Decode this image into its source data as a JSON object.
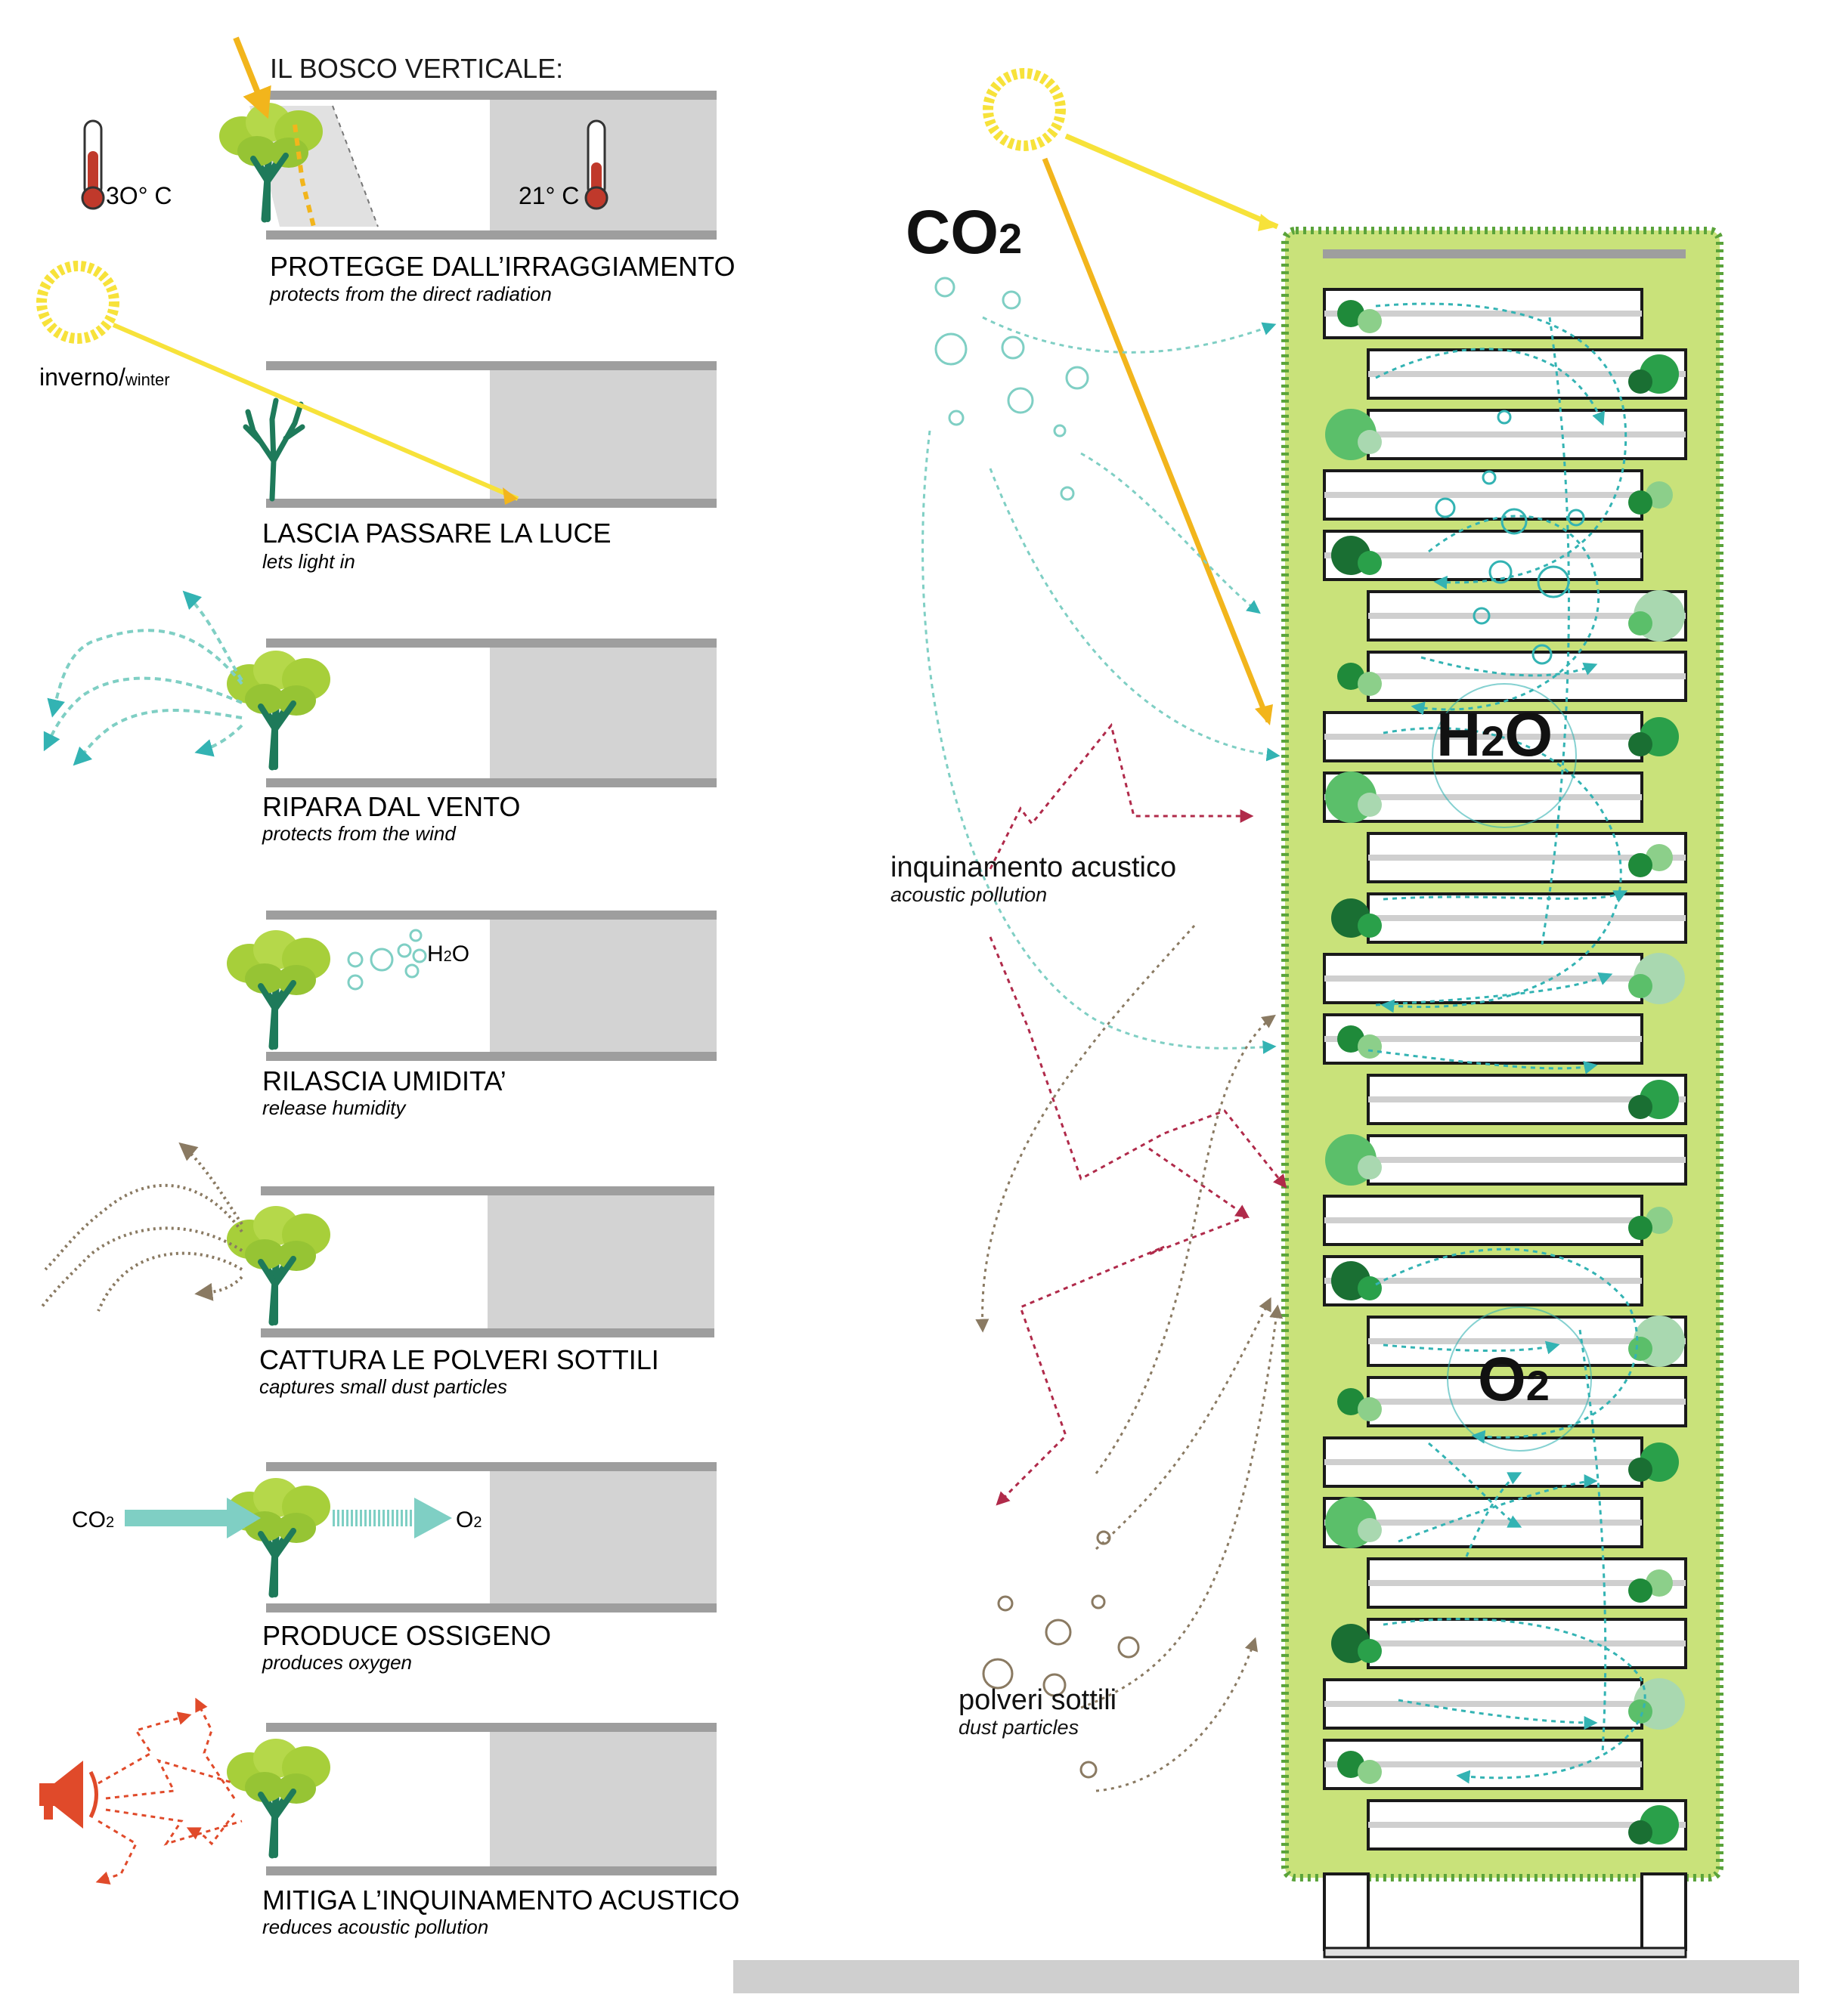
{
  "header": {
    "title": "IL BOSCO VERTICALE:"
  },
  "temperatures": {
    "hot": "3O° C",
    "cool": "21° C"
  },
  "winter_label": {
    "main": "inverno/",
    "sub": "winter"
  },
  "panels": [
    {
      "title": "PROTEGGE DALL’IRRAGGIAMENTO",
      "subtitle": "protects from the direct radiation"
    },
    {
      "title": "LASCIA PASSARE LA LUCE",
      "subtitle": "lets light in"
    },
    {
      "title": "RIPARA  DAL VENTO",
      "subtitle": "protects from the wind"
    },
    {
      "title": "RILASCIA UMIDITA’",
      "subtitle": "release humidity"
    },
    {
      "title": "CATTURA LE POLVERI SOTTILI",
      "subtitle": "captures small dust particles"
    },
    {
      "title": "PRODUCE OSSIGENO",
      "subtitle": "produces oxygen"
    },
    {
      "title": "MITIGA L’INQUINAMENTO ACUSTICO",
      "subtitle": "reduces acoustic pollution"
    }
  ],
  "small_labels": {
    "h2o": {
      "main": "H",
      "sub": "2",
      "end": "O"
    },
    "co2": {
      "main": "CO",
      "sub": "2"
    },
    "o2": {
      "main": "O",
      "sub": "2"
    }
  },
  "tower_labels": {
    "co2": {
      "main": "CO",
      "sub": "2"
    },
    "h2o": {
      "main": "H",
      "sub": "2",
      "end": "O"
    },
    "o2": {
      "main": "O",
      "sub": "2"
    },
    "acoustic": {
      "main": "inquinamento acustico",
      "sub": "acoustic pollution"
    },
    "dust": {
      "main": "polveri sottili",
      "sub": "dust particles"
    }
  },
  "colors": {
    "sun": "#f7e23a",
    "sun_ray": "#f2b51c",
    "slab": "#9e9e9e",
    "wall": "#d3d3d3",
    "tree_crown": "#a7cf3a",
    "tree_trunk": "#1e7a5a",
    "facade_green": "#c9e27a",
    "facade_edge": "#5aa33a",
    "flow_teal": "#33b3b3",
    "flow_red": "#b02a4a",
    "flow_brown": "#8a7a62",
    "bubble_teal": "#7fcfc4",
    "noise_red": "#e04a2a",
    "thermo_red": "#c0392b"
  },
  "icons": {
    "sun": "sun-icon",
    "thermometer": "thermometer-icon",
    "tree": "tree-icon",
    "megaphone": "megaphone-icon",
    "wind": "wind-icon"
  }
}
